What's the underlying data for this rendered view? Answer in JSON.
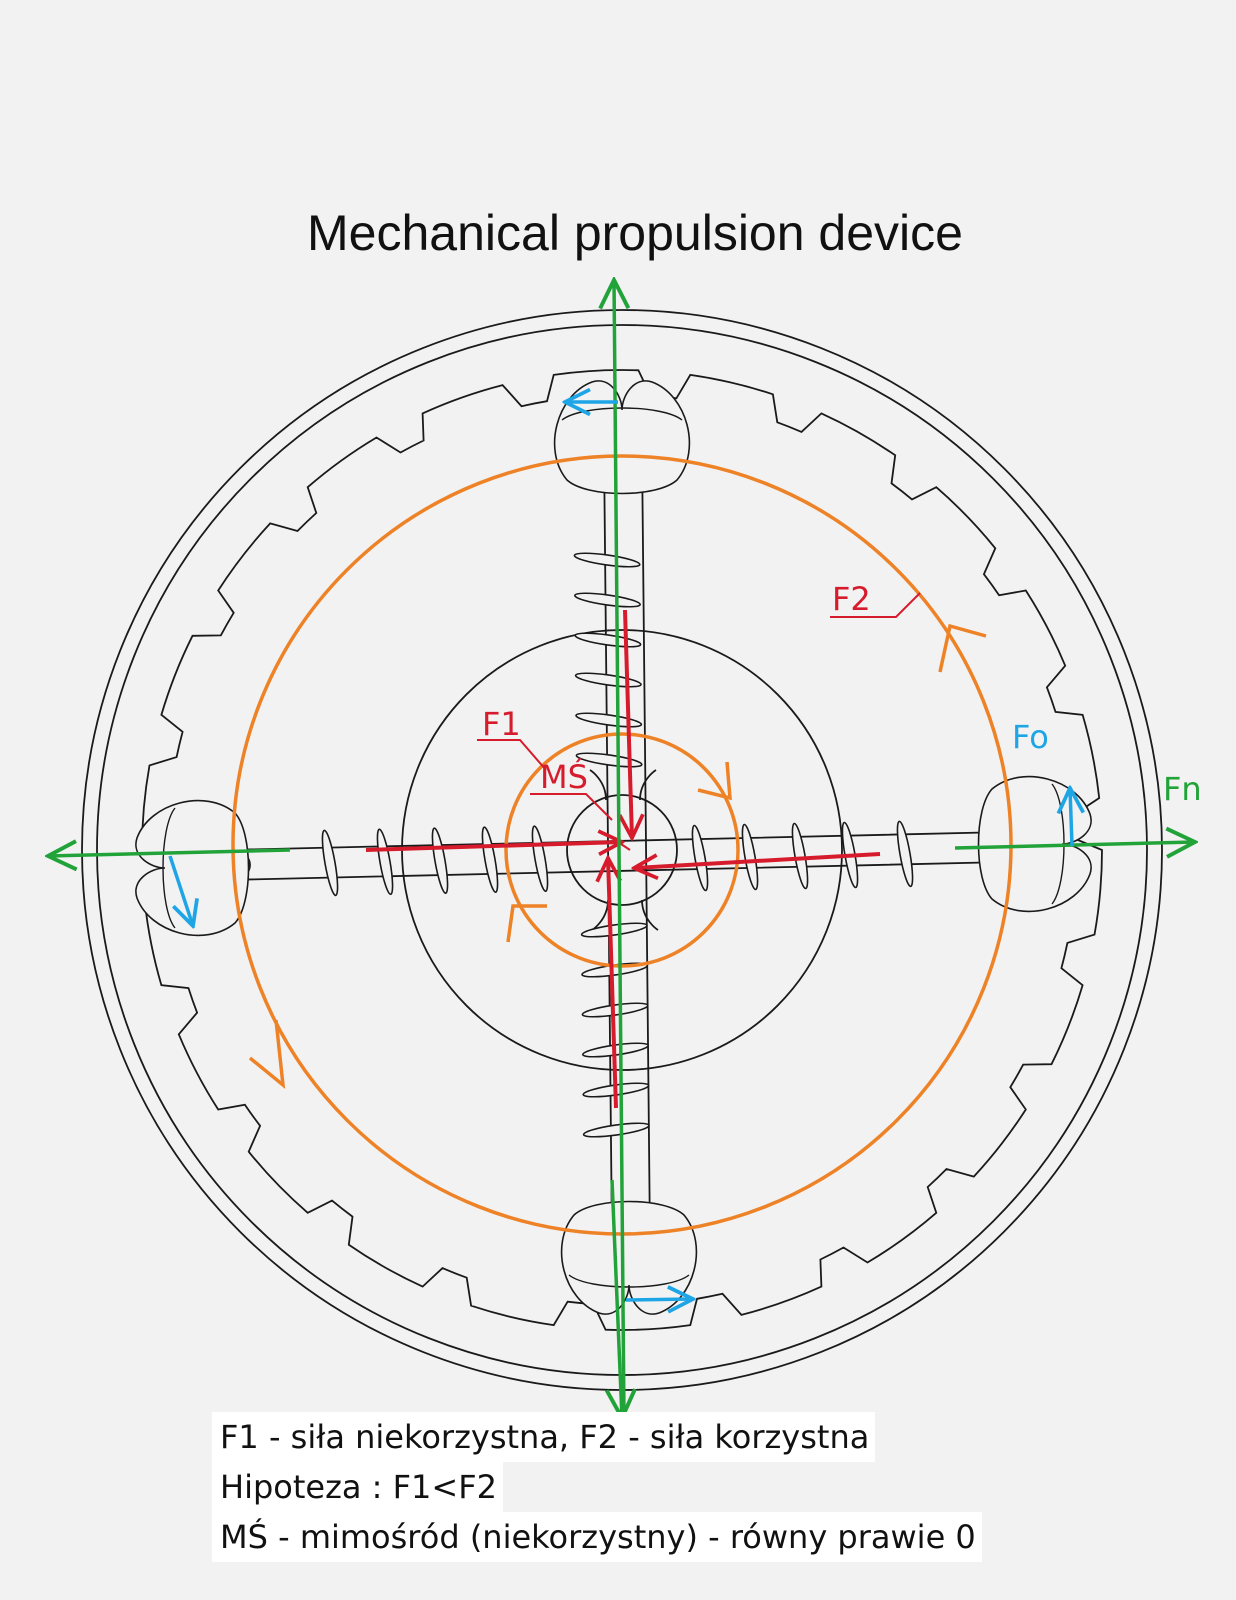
{
  "title": "Mechanical propulsion device",
  "labels": {
    "f1": "F1",
    "f2": "F2",
    "ms": "MŚ",
    "fo": "Fo",
    "fn": "Fn"
  },
  "notes": [
    "F1 - siła niekorzystna, F2 - siła korzystna",
    "Hipoteza : F1<F2",
    "MŚ - mimośród (niekorzystny) - równy prawie 0"
  ],
  "colors": {
    "line": "#1a1a1a",
    "orange": "#ee8227",
    "red": "#d61c2c",
    "green": "#22a33a",
    "blue": "#1ea5e6"
  }
}
